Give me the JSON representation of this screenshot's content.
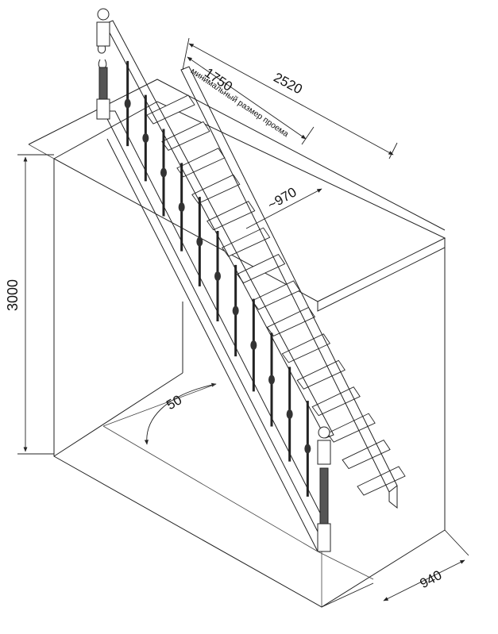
{
  "dimensions": {
    "height": "3000",
    "width": "940",
    "opening_length": "1750",
    "total_length": "2520",
    "opening_width": "~970",
    "angle": "50"
  },
  "note": "минимальный размер проема"
}
